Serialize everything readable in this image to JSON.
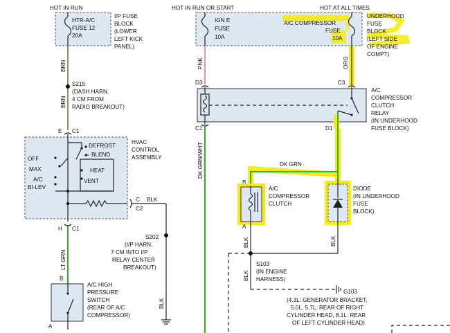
{
  "header": {
    "hot_in_run": "HOT IN RUN",
    "hot_run_start": "HOT IN RUN OR START",
    "hot_all_times": "HOT AT ALL TIMES"
  },
  "fuse_block_ip": {
    "fuse_l1": "HTR-A/C",
    "fuse_l2": "FUSE 12",
    "fuse_l3": "20A",
    "block_l1": "I/P FUSE",
    "block_l2": "BLOCK",
    "block_l3": "(LOWER",
    "block_l4": "LEFT KICK",
    "block_l5": "PANEL)"
  },
  "fuse_block_underhood": {
    "ign_l1": "IGN E",
    "ign_l2": "FUSE",
    "ign_l3": "10A",
    "ac_l1": "A/C COMPRESSOR",
    "ac_l2": "FUSE",
    "ac_l3": "10A",
    "block_l1": "UNDERHOOD",
    "block_l2": "FUSE",
    "block_l3": "BLOCK",
    "block_l4": "(LEFT SIDE",
    "block_l5": "OF ENGINE",
    "block_l6": "COMPT)"
  },
  "wires": {
    "brn": "BRN",
    "pnk": "PNK",
    "org": "ORG",
    "dk_grn_wht": "DK GRN/WHT",
    "dk_grn": "DK GRN",
    "lt_grn": "LT GRN",
    "blk": "BLK"
  },
  "splice_s215": {
    "l1": "S215",
    "l2": "(DASH HARN,",
    "l3": "4 CM FROM",
    "l4": "RADIO BREAKOUT)"
  },
  "connectors": {
    "d3": "D3",
    "c3": "C3",
    "c1": "C1",
    "d1": "D1",
    "e": "E",
    "h": "H",
    "c": "C",
    "c2": "C2",
    "a": "A",
    "b": "B"
  },
  "hvac": {
    "defrost": "DEFROST",
    "blend": "BLEND",
    "off": "OFF",
    "max": "MAX",
    "heat": "HEAT",
    "ac": "A/C",
    "vent": "VENT",
    "bilev": "BI-LEV",
    "title_l1": "HVAC",
    "title_l2": "CONTROL",
    "title_l3": "ASSEMBLY"
  },
  "relay": {
    "l1": "A/C",
    "l2": "COMPRESSOR",
    "l3": "CLUTCH",
    "l4": "RELAY",
    "l5": "(IN UNDERHOOD",
    "l6": "FUSE BLOCK)"
  },
  "clutch": {
    "l1": "A/C",
    "l2": "COMPRESSOR",
    "l3": "CLUTCH"
  },
  "diode": {
    "l1": "DIODE",
    "l2": "(IN UNDERHOOD",
    "l3": "FUSE",
    "l4": "BLOCK)"
  },
  "splice_s202": {
    "l1": "S202",
    "l2": "(I/P HARN,",
    "l3": "7 CM INTO I/P",
    "l4": "RELAY CENTER",
    "l5": "BREAKOUT)"
  },
  "splice_s103": {
    "l1": "S103",
    "l2": "(IN ENGINE",
    "l3": "HARNESS)"
  },
  "ground_g103": {
    "l1": "G103",
    "l2": "(4.3L: GENERATOR BRACKET,",
    "l3": "5.0L, 5.7L: REAR OF RIGHT",
    "l4": "CYLINDER HEAD, 8.1L: REAR",
    "l5": "OF LEFT CYLINDER HEAD)"
  },
  "pressure_switch": {
    "l1": "A/C HIGH",
    "l2": "PRESSURE",
    "l3": "SWITCH",
    "l4": "(REAR OF A/C",
    "l5": "COMPRESSOR)"
  },
  "colors": {
    "highlight": "#f5ea1a",
    "green": "#2fae2f",
    "pink": "#e89aa3",
    "brown": "#8a6a2a",
    "box_fill": "#dde8f3"
  }
}
